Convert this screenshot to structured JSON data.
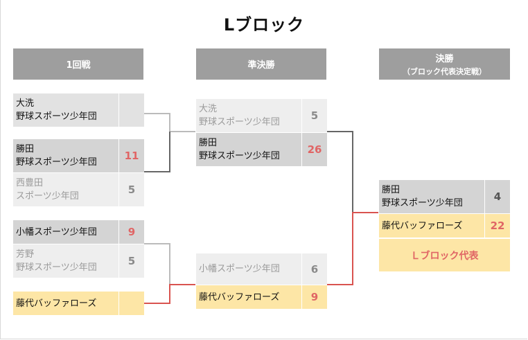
{
  "title": "Lブロック",
  "headers": {
    "round1": "1回戦",
    "semi": "準決勝",
    "final": "決勝",
    "final_sub": "（ブロック代表決定戦）"
  },
  "round1": [
    {
      "name1": "大洗",
      "name2": "野球スポーツ少年団",
      "score": ""
    },
    {
      "name1": "勝田",
      "name2": "野球スポーツ少年団",
      "score": "11"
    },
    {
      "name1": "西豊田",
      "name2": "スポーツ少年団",
      "score": "5"
    },
    {
      "name1": "小幡スポーツ少年団",
      "name2": "",
      "score": "9"
    },
    {
      "name1": "芳野",
      "name2": "野球スポーツ少年団",
      "score": "5"
    },
    {
      "name1": "藤代バッファローズ",
      "name2": "",
      "score": ""
    }
  ],
  "semi": [
    {
      "name1": "大洗",
      "name2": "野球スポーツ少年団",
      "score": "5"
    },
    {
      "name1": "勝田",
      "name2": "野球スポーツ少年団",
      "score": "26"
    },
    {
      "name1": "小幡スポーツ少年団",
      "name2": "",
      "score": "6"
    },
    {
      "name1": "藤代バッファローズ",
      "name2": "",
      "score": "9"
    }
  ],
  "final": [
    {
      "name1": "勝田",
      "name2": "野球スポーツ少年団",
      "score": "4"
    },
    {
      "name1": "藤代バッファローズ",
      "name2": "",
      "score": "22"
    }
  ],
  "representative": "Ｌブロック代表",
  "colors": {
    "winner_line": "#d9534f",
    "bracket_gray": "#bbbbbb",
    "bracket_dark": "#666666"
  }
}
